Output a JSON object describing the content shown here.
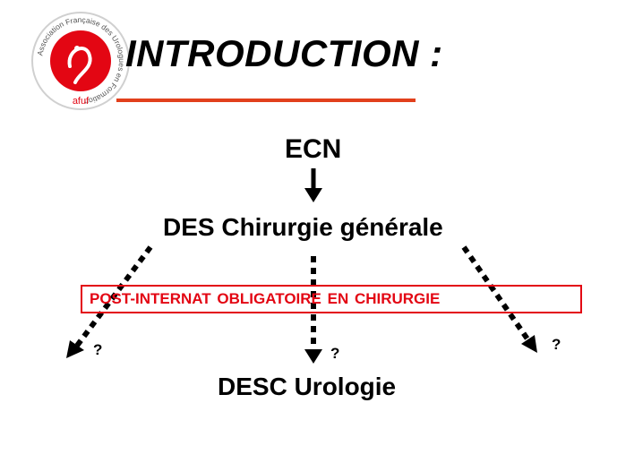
{
  "logo": {
    "ring_text": "Association Française des Urologues en Formation",
    "acronym": "afuf",
    "colors": {
      "ring": "#d0d0d0",
      "disc": "#e30613",
      "text": "#555555"
    }
  },
  "title": "INTRODUCTION :",
  "nodes": {
    "ecn": "ECN",
    "des": "DES Chirurgie générale",
    "desc": "DESC Urologie"
  },
  "banner": "POST-INTERNAT OBLIGATOIRE EN CHIRURGIE",
  "unknown_marks": {
    "left": "?",
    "center": "?",
    "right": "?"
  },
  "colors": {
    "accent_rule": "#e2401c",
    "banner": "#e30613",
    "text": "#000000"
  }
}
